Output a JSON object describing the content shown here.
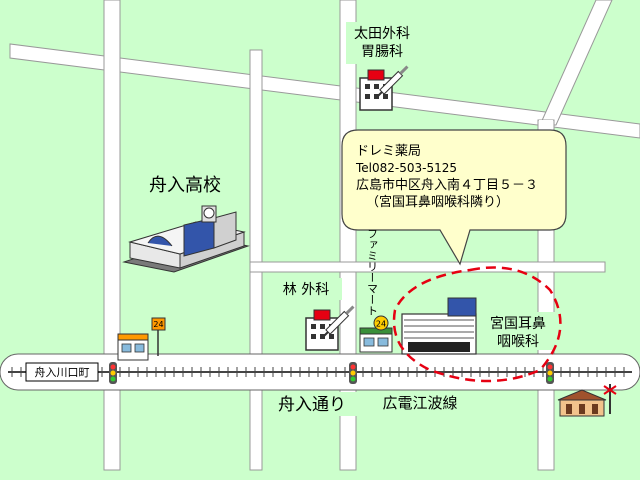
{
  "colors": {
    "background": "#ccffcc",
    "road": "#ffffff",
    "road_edge": "#999999",
    "callout_bg": "#ffffcc",
    "highlight": "#e60012",
    "building_blue": "#3355aa",
    "hospital_red": "#e60012",
    "store_orange": "#ff9900",
    "tram_gray": "#666666"
  },
  "icons": [
    "school-icon",
    "hospital-icon",
    "convenience-store-icon",
    "clinic-building-icon",
    "traffic-light-icon",
    "station-icon",
    "tram-track-icon"
  ],
  "places": {
    "ota": {
      "line1": "太田外科",
      "line2": "胃腸科"
    },
    "school": {
      "name": "舟入高校"
    },
    "hayashi": {
      "name": "林 外科"
    },
    "family_mart": {
      "name": "ファミリーマート",
      "badge": "24"
    },
    "left_store": {
      "badge": "24"
    },
    "miyaguni": {
      "line1": "宮国耳鼻",
      "line2": "咽喉科"
    }
  },
  "callout": {
    "name": "ドレミ薬局",
    "tel": "Tel082-503-5125",
    "address": "広島市中区舟入南４丁目５－３",
    "note": "（宮国耳鼻咽喉科隣り）"
  },
  "streets": {
    "intersection": "舟入川口町",
    "main_road": "舟入通り",
    "tram_line": "広電江波線"
  }
}
